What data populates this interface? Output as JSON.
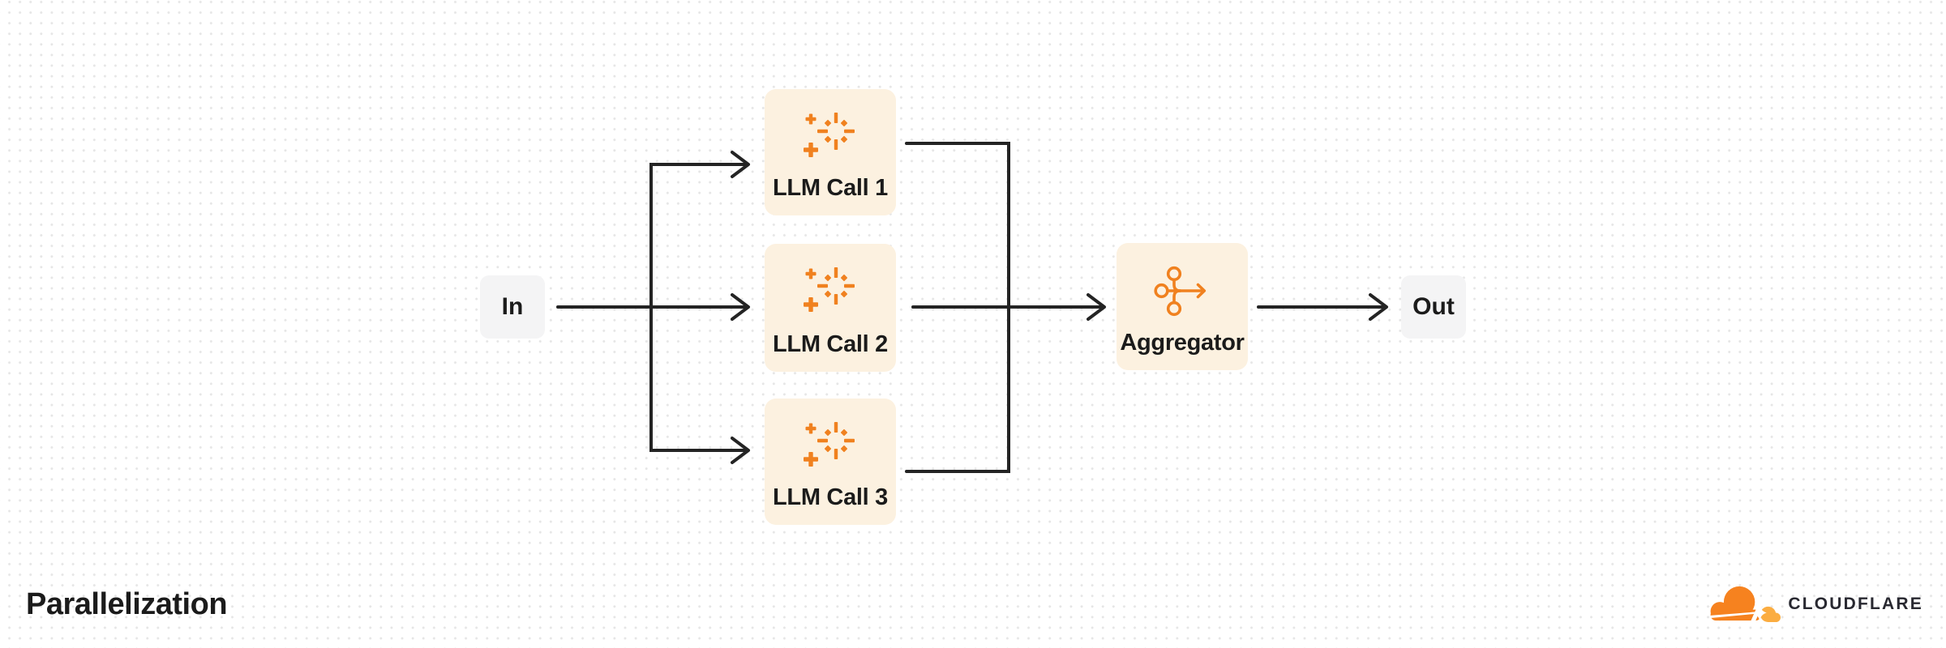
{
  "diagram": {
    "title": "Parallelization",
    "nodes": {
      "input": {
        "label": "In"
      },
      "llm_call_1": {
        "label": "LLM Call 1"
      },
      "llm_call_2": {
        "label": "LLM Call 2"
      },
      "llm_call_3": {
        "label": "LLM Call 3"
      },
      "aggregator": {
        "label": "Aggregator"
      },
      "output": {
        "label": "Out"
      }
    },
    "icons": {
      "llm_node": "sparkle-burst-icon",
      "aggregator_node": "merge-arrows-icon",
      "brand": "cloudflare-cloud-icon"
    },
    "colors": {
      "background": "#FFFFFF",
      "dot": "#E6E6E6",
      "line": "#242424",
      "text": "#1B1B1B",
      "llm_node_fill": "#FCF1E0",
      "io_node_fill": "#F4F4F5",
      "icon_orange": "#F0811F"
    }
  },
  "branding": {
    "wordmark": "CLOUDFLARE",
    "colors": {
      "cloud_main": "#F6821F",
      "cloud_light": "#FBAD41",
      "wordmark_text": "#282830"
    }
  }
}
